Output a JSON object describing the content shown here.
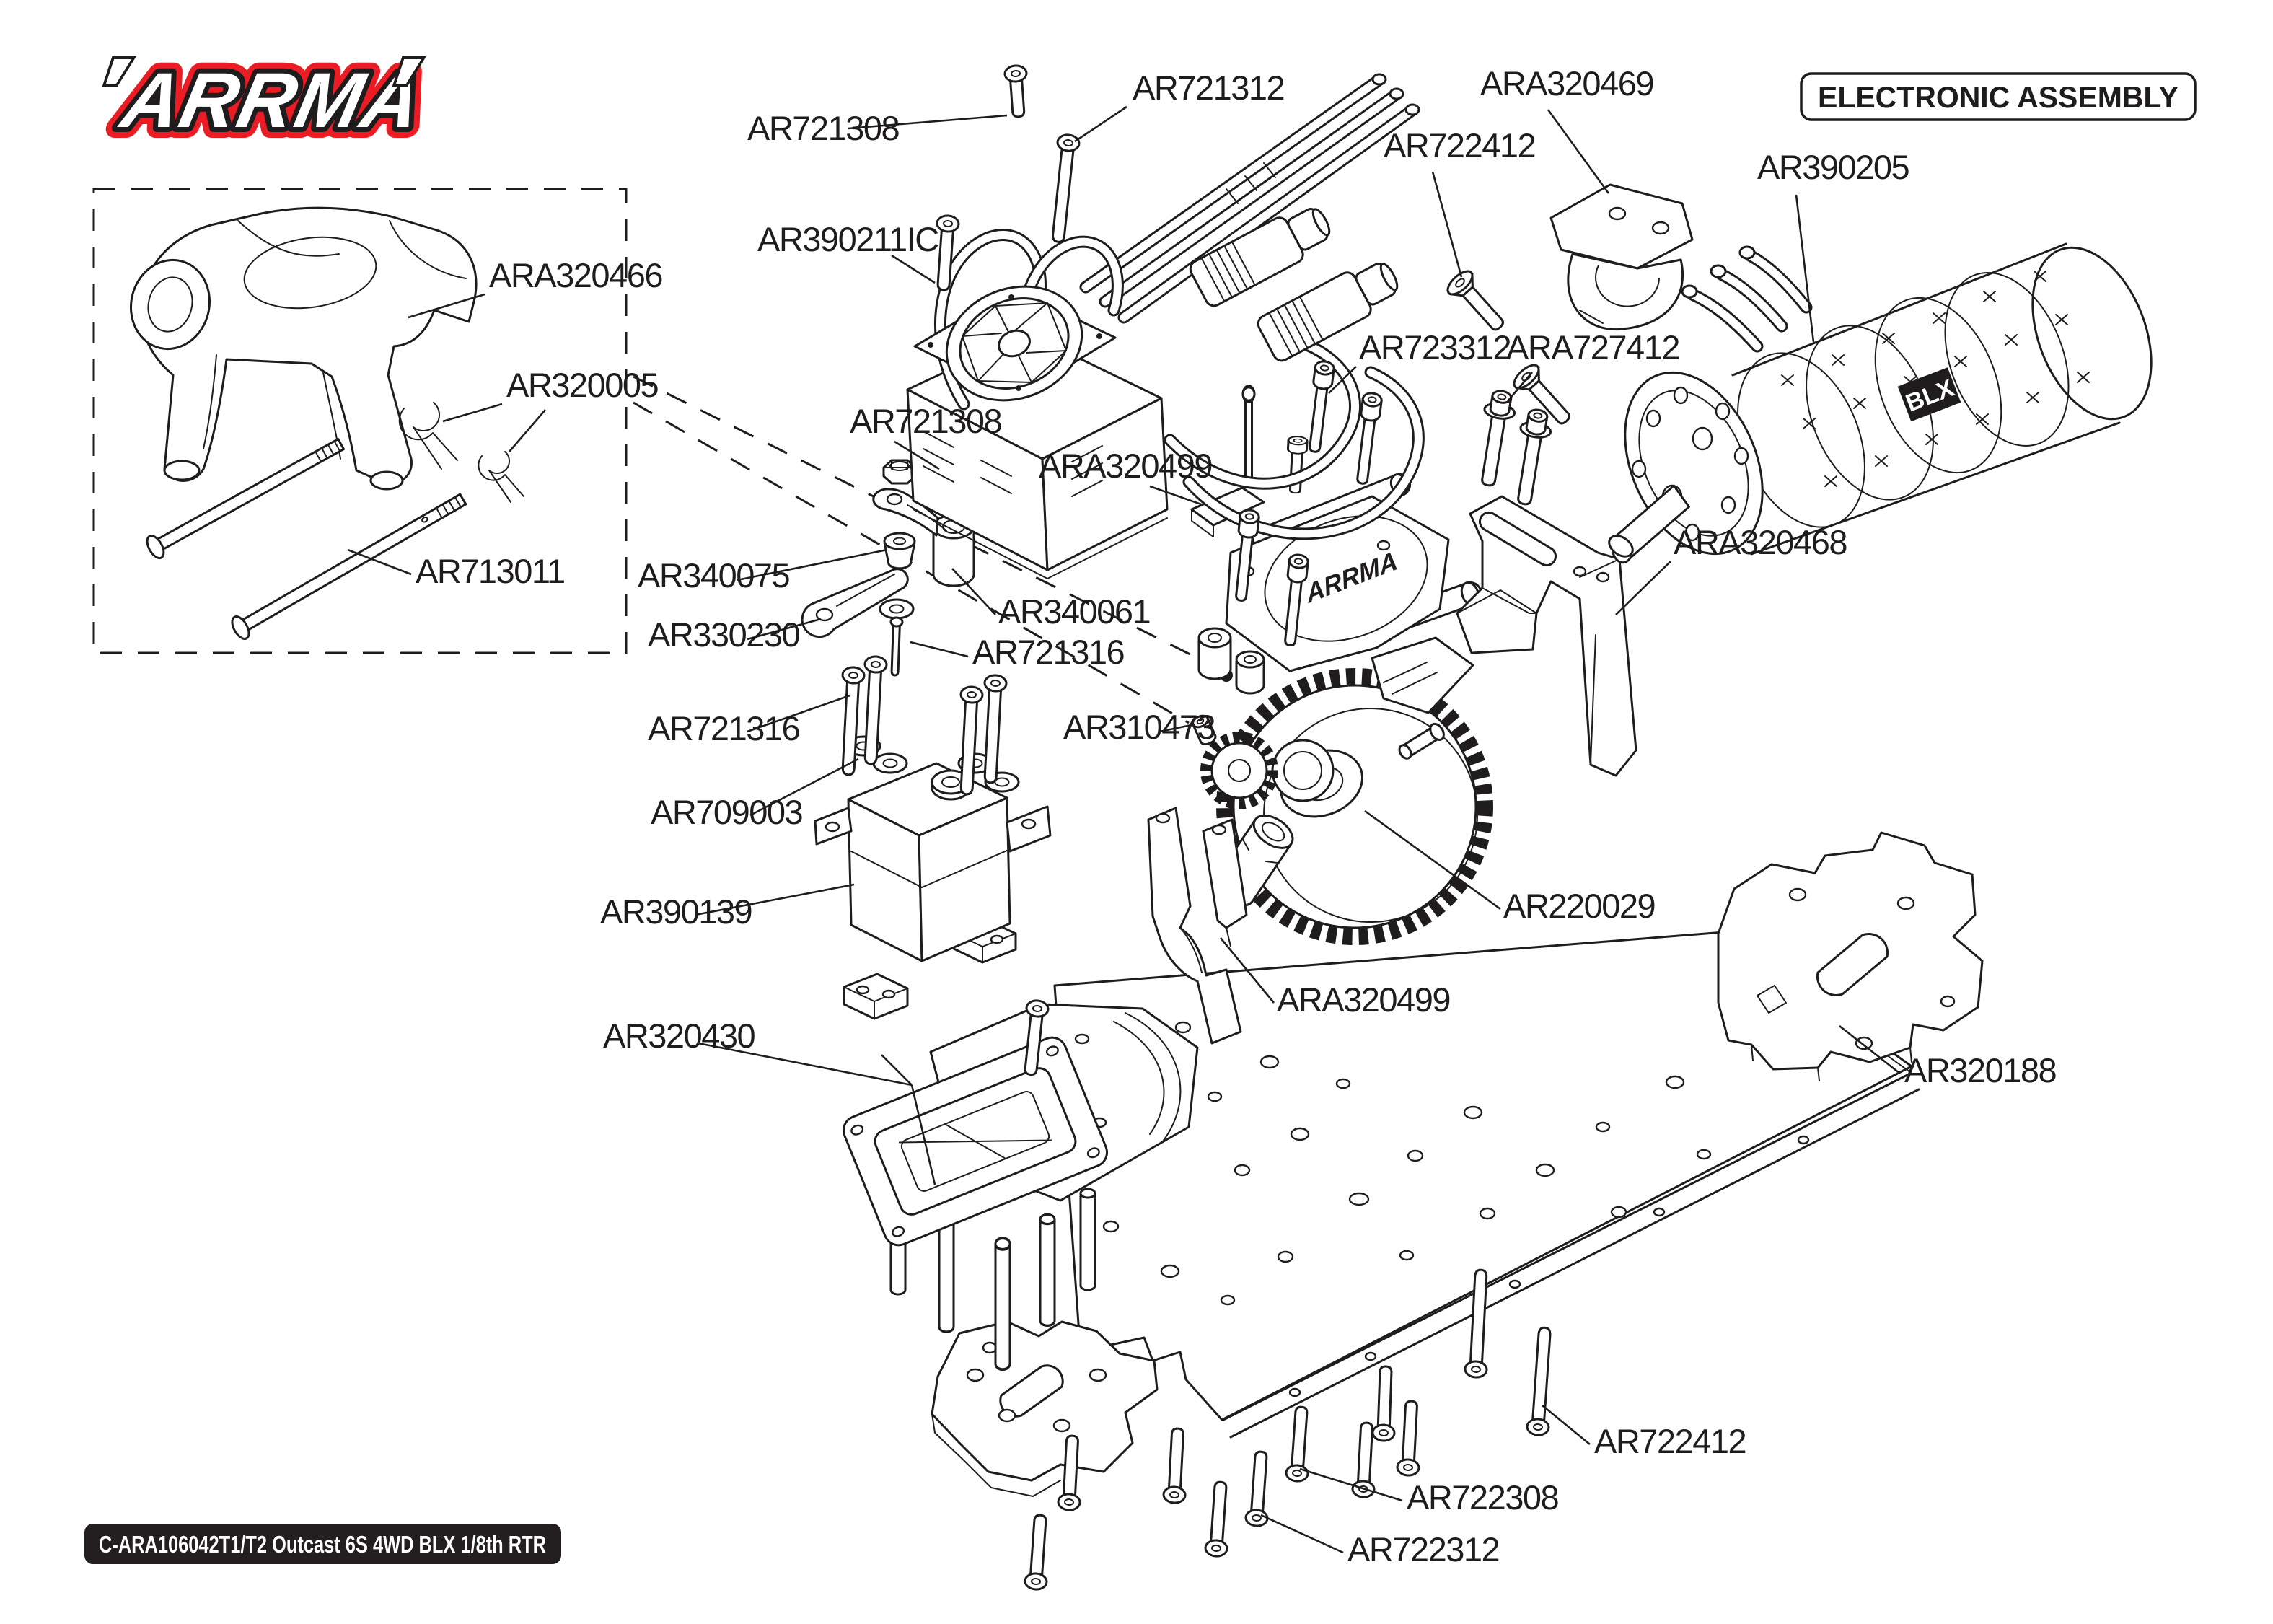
{
  "brand": {
    "logo_text": "ARRMA",
    "red": "#EC1C24",
    "ink": "#1F1C1D"
  },
  "title": "ELECTRONIC ASSEMBLY",
  "footer": "C-ARA106042T1/T2 Outcast 6S 4WD BLX 1/8th RTR",
  "markings": {
    "motor": "BLX",
    "motor_mount": "ARRMA"
  },
  "labels": {
    "ar721308_top": "AR721308",
    "ar721312": "AR721312",
    "ar390211ic": "AR390211IC",
    "ara320469": "ARA320469",
    "ar722412_top": "AR722412",
    "ar390205": "AR390205",
    "ar723312": "AR723312",
    "ara727412": "ARA727412",
    "ara320466": "ARA320466",
    "ar320005": "AR320005",
    "ar713011": "AR713011",
    "ar721308_mid": "AR721308",
    "ara320499_top": "ARA320499",
    "ar340075": "AR340075",
    "ar330230": "AR330230",
    "ar340061": "AR340061",
    "ar721316_right": "AR721316",
    "ar721316_left": "AR721316",
    "ar310473": "AR310473",
    "ar709003": "AR709003",
    "ar390139": "AR390139",
    "ara320468": "ARA320468",
    "ar220029": "AR220029",
    "ara320499_bottom": "ARA320499",
    "ar320430": "AR320430",
    "ar320188": "AR320188",
    "ar722412_bottom": "AR722412",
    "ar722308": "AR722308",
    "ar722312": "AR722312"
  }
}
